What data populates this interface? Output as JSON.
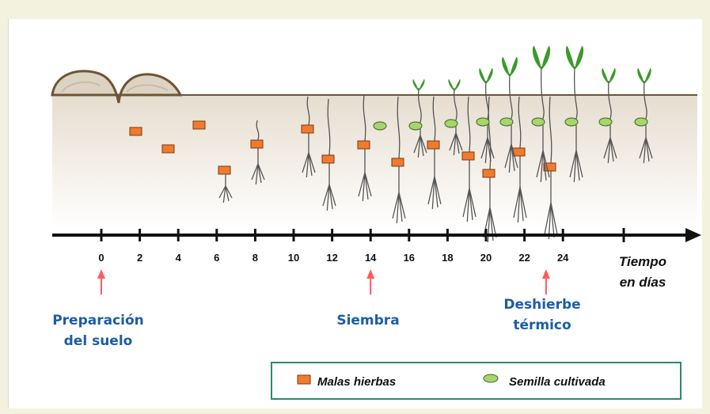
{
  "axis": {
    "ticks": [
      "0",
      "2",
      "4",
      "6",
      "8",
      "10",
      "12",
      "14",
      "16",
      "18",
      "20",
      "22",
      "24"
    ],
    "title_line1": "Tiempo",
    "title_line2": "en días"
  },
  "events": [
    {
      "lines": [
        "Preparación",
        "del suelo"
      ],
      "day": 0
    },
    {
      "lines": [
        "Siembra"
      ],
      "day": 14
    },
    {
      "lines": [
        "Deshierbe",
        "térmico"
      ],
      "day": 23
    }
  ],
  "legend": {
    "weeds_label": "Malas hierbas",
    "crop_label": "Semilla cultivada"
  },
  "colors": {
    "background": "#f3f2df",
    "soil": "#ebe4d8",
    "soil_line": "#6e5436",
    "weed": "#f07a2e",
    "seed": "#a8d470",
    "leaf": "#3a9a2a",
    "event_text": "#1a5ea8",
    "arrow": "#ff5a5a",
    "legend_border": "#2c8a6a"
  }
}
